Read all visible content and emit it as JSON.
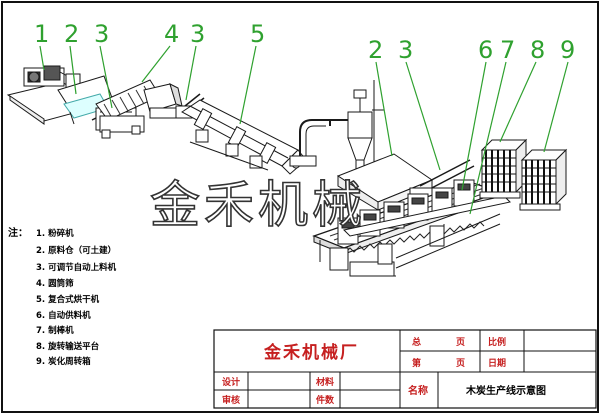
{
  "callouts": [
    "1",
    "2",
    "3",
    "4",
    "3",
    "5",
    "2",
    "3",
    "6",
    "7",
    "8",
    "9"
  ],
  "legend": {
    "title": "注：",
    "items": [
      "1. 粉碎机",
      "2. 原料仓（可土建）",
      "3. 可调节自动上料机",
      "4. 圆筒筛",
      "5. 复合式烘干机",
      "6. 自动供料机",
      "7. 制棒机",
      "8. 旋转输送平台",
      "9. 炭化周转箱"
    ]
  },
  "watermark": "金禾机械",
  "title_block": {
    "company": "金禾机械厂",
    "total_label": "总",
    "total_unit": "页",
    "scale_label": "比例",
    "page_label": "第",
    "page_unit": "页",
    "date_label": "日期",
    "design_label": "设计",
    "material_label": "材料",
    "review_label": "审核",
    "pieces_label": "件数",
    "name_label": "名称",
    "drawing_title": "木炭生产线示意图"
  },
  "colors": {
    "callout": "#2fa12f",
    "title_block_text": "#c62020",
    "line": "#1a1a1a"
  }
}
